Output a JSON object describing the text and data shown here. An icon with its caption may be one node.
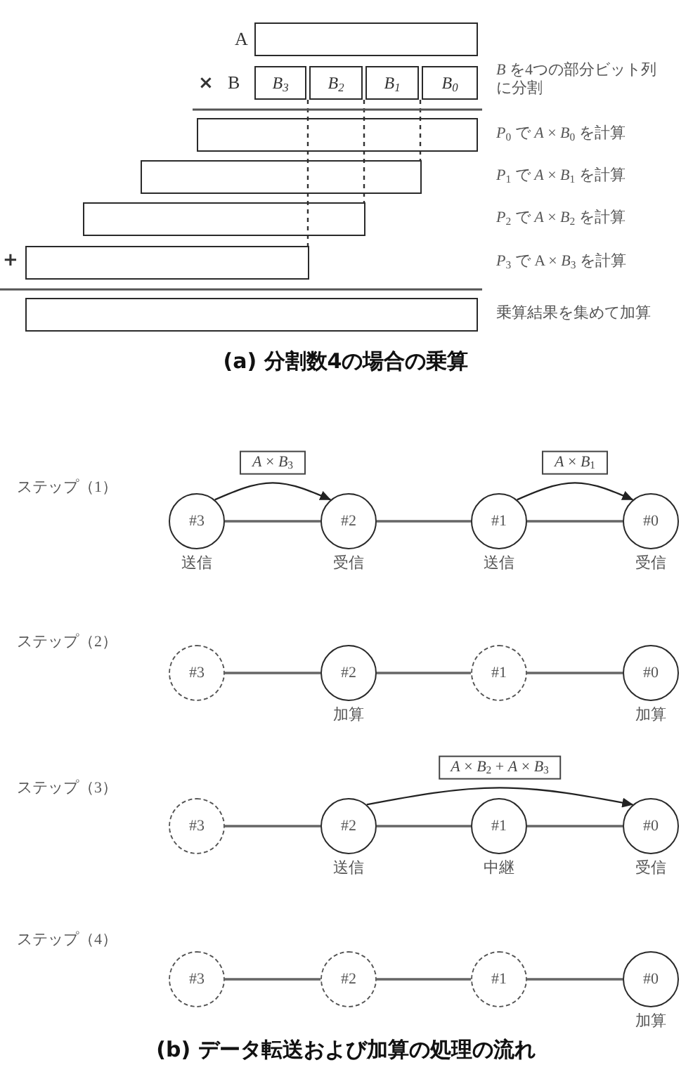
{
  "diagram": {
    "nodes": [
      {
        "text": [],
        "shape": "bar",
        "beside": [
          "A"
        ]
      },
      {
        "text": [
          "B$_{3}$"
        ]
      },
      {
        "text": [
          "B$_{2}$"
        ]
      },
      {
        "text": [
          "B$_{1}$"
        ]
      },
      {
        "text": [
          "B$_{0}$"
        ]
      },
      {
        "text": [],
        "shape": "bar",
        "beside": [
          "*P*$_{0}$ で *A* × *B*$_{0}$ を計算"
        ]
      },
      {
        "text": [],
        "shape": "bar"
      },
      {
        "text": [],
        "shape": "bar"
      },
      {
        "text": [],
        "shape": "bar"
      },
      {
        "text": [],
        "shape": "bar",
        "beside": [
          "乗算結果を集めて加算"
        ]
      },
      {
        "text": [
          "#3"
        ],
        "beside": [
          "送信"
        ]
      },
      {
        "text": [
          "#2"
        ],
        "beside": [
          "受信"
        ]
      },
      {
        "text": [
          "#1"
        ],
        "beside": [
          "送信"
        ]
      },
      {
        "text": [
          "#0"
        ],
        "beside": [
          "受信"
        ]
      },
      {
        "text": [
          "#3"
        ]
      },
      {
        "text": [
          "#2"
        ],
        "beside": [
          "加算"
        ]
      },
      {
        "text": [
          "#1"
        ]
      },
      {
        "text": [
          "#0"
        ],
        "beside": [
          "加算"
        ]
      },
      {
        "text": [
          "#3"
        ]
      },
      {
        "text": [
          "#2"
        ],
        "beside": [
          "送信"
        ]
      },
      {
        "text": [
          "#1"
        ],
        "beside": [
          "中継"
        ]
      },
      {
        "text": [
          "#0"
        ],
        "beside": [
          "受信"
        ]
      },
      {
        "text": [
          "#3"
        ]
      },
      {
        "text": [
          "#2"
        ]
      },
      {
        "text": [
          "#1"
        ]
      },
      {
        "text": [
          "#0"
        ],
        "beside": [
          "加算"
        ]
      }
    ],
    "edges": [
      {
        "from": 10,
        "to": 11,
        "arrow": "to",
        "label": "*A* × *B*$_{3}$"
      },
      {
        "from": 12,
        "to": 13,
        "arrow": "to",
        "label": "*A* × *B*$_{1}$"
      },
      {
        "from": 10,
        "to": 11,
        "arrow": "none"
      },
      {
        "from": 11,
        "to": 12,
        "arrow": "none"
      },
      {
        "from": 12,
        "to": 13,
        "arrow": "none"
      },
      {
        "from": 14,
        "to": 15,
        "arrow": "none"
      },
      {
        "from": 15,
        "to": 16,
        "arrow": "none"
      },
      {
        "from": 16,
        "to": 17,
        "arrow": "none"
      },
      {
        "from": 19,
        "to": 21,
        "arrow": "to",
        "label": "*A* × *B*$_{2}$ + *A* × *B*$_{3}$"
      },
      {
        "from": 18,
        "to": 19,
        "arrow": "none"
      },
      {
        "from": 19,
        "to": 20,
        "arrow": "none"
      },
      {
        "from": 20,
        "to": 21,
        "arrow": "none"
      },
      {
        "from": 22,
        "to": 23,
        "arrow": "none"
      },
      {
        "from": 23,
        "to": 24,
        "arrow": "none"
      },
      {
        "from": 24,
        "to": 25,
        "arrow": "none"
      }
    ],
    "labels": [
      "×",
      "B",
      "*B* を4つの部分ビット列に分割",
      "*P*$_{1}$ で *A* × *B*$_{1}$ を計算",
      "*P*$_{2}$ で *A* × *B*$_{2}$ を計算",
      "+",
      "*P*$_{3}$ で A × *B*$_{3}$ を計算",
      "(a) 分割数4の場合の乗算",
      "ステップ（1）",
      "ステップ（2）",
      "ステップ（3）",
      "ステップ（4）",
      "(b) データ転送および加算の処理の流れ"
    ]
  }
}
